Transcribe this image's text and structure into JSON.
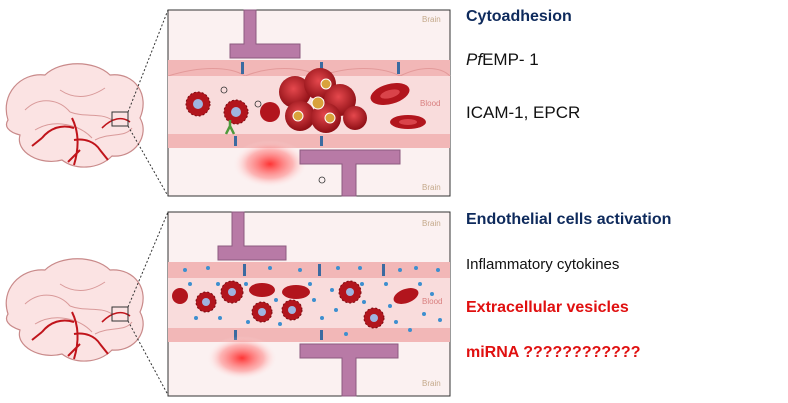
{
  "panel_top": {
    "brain_top_label": "Brain",
    "blood_label": "Blood",
    "brain_bottom_label": "Brain"
  },
  "panel_bottom": {
    "brain_top_label": "Brain",
    "blood_label": "Blood",
    "brain_bottom_label": "Brain"
  },
  "labels": {
    "cytoadhesion": "Cytoadhesion",
    "pfemp_italic": "Pf",
    "pfemp_rest": "EMP- 1",
    "icam": "ICAM-1, EPCR",
    "endothelial": "Endothelial cells activation",
    "cytokines": "Inflammatory cytokines",
    "vesicles": "Extracellular vesicles",
    "mirna": "miRNA ????????????"
  },
  "colors": {
    "navy": "#0e2a5c",
    "red_text": "#e01010",
    "vessel": "#f9dcdc",
    "endothelium": "#f2b7b7",
    "astrocyte": "#b87aa6",
    "rbc": "#b2151d",
    "vesicle": "#3d8fcf"
  }
}
